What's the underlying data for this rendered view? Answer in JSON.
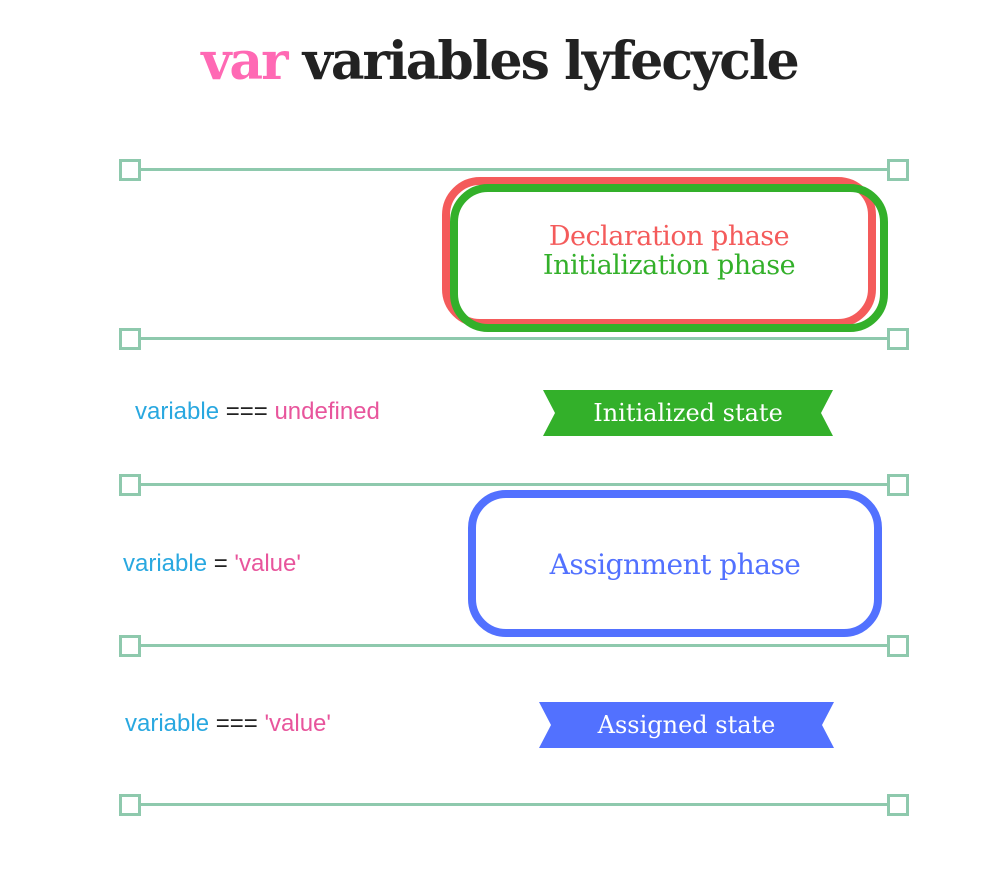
{
  "title": {
    "keyword": "var",
    "rest": " variables lyfecycle",
    "keyword_color": "#ff69b4",
    "text_color": "#222222"
  },
  "colors": {
    "guide": "#8ec9ad",
    "declaration": "#f45b5b",
    "initialization": "#33b02a",
    "assignment": "#5271ff",
    "code_variable": "#29a8e0",
    "code_operator": "#222222",
    "code_value": "#e8559c"
  },
  "phases": {
    "declaration": "Declaration phase",
    "initialization": "Initialization phase",
    "assignment": "Assignment phase"
  },
  "states": {
    "initialized": {
      "label": "Initialized state",
      "code": {
        "variable": "variable",
        "operator": " === ",
        "value": "undefined"
      }
    },
    "assignment_code": {
      "variable": "variable",
      "operator": " = ",
      "value": "'value'"
    },
    "assigned": {
      "label": "Assigned state",
      "code": {
        "variable": "variable",
        "operator": " === ",
        "value": "'value'"
      }
    }
  }
}
